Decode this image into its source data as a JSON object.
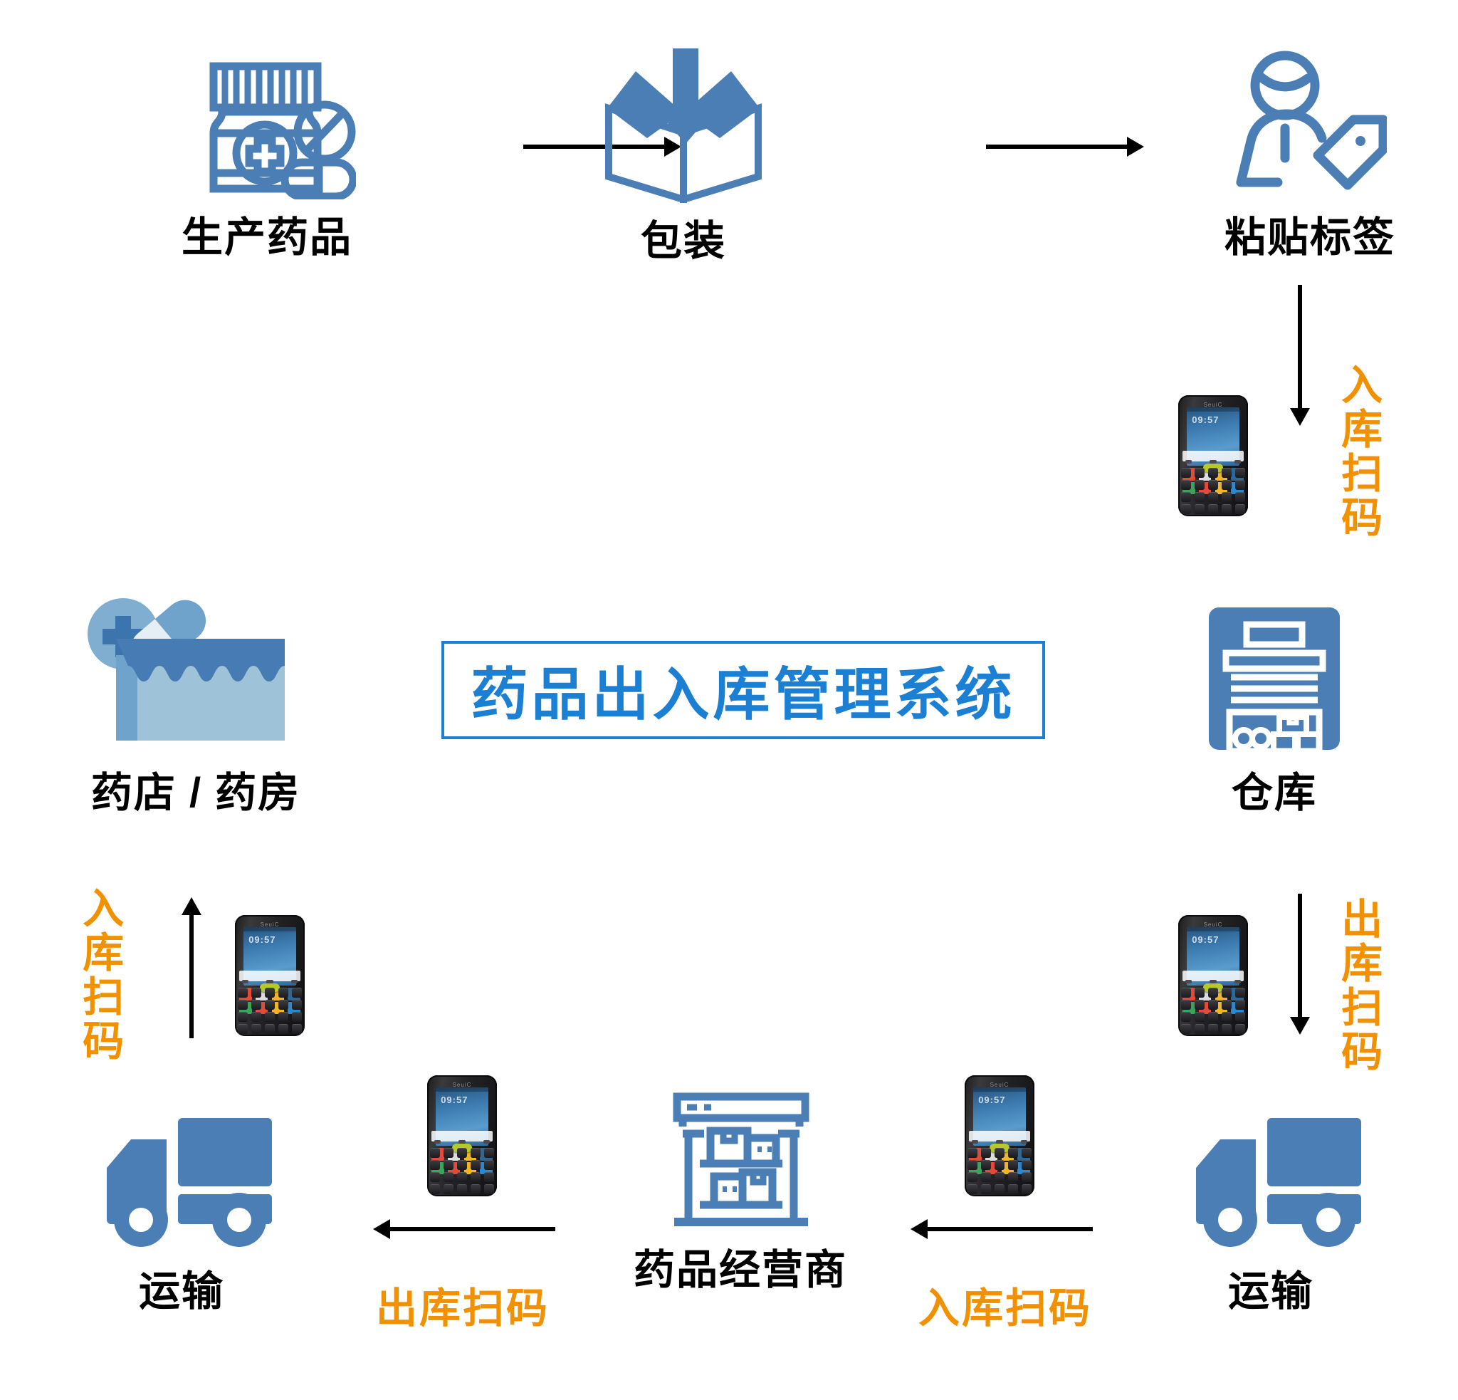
{
  "diagram": {
    "title": "药品出入库管理系统",
    "accent_blue": "#4A7EB5",
    "title_blue": "#1B7FD4",
    "orange": "#F29100",
    "label_black": "#000000"
  },
  "nodes": {
    "produce": {
      "label": "生产药品",
      "icon": "medicine-bottle-icon"
    },
    "packaging": {
      "label": "包装",
      "icon": "open-box-icon"
    },
    "label_attach": {
      "label": "粘贴标签",
      "icon": "person-tag-icon"
    },
    "warehouse": {
      "label": "仓库",
      "icon": "warehouse-icon"
    },
    "pharmacy": {
      "label": "药店 / 药房",
      "icon": "pharmacy-store-icon"
    },
    "transport_left": {
      "label": "运输",
      "icon": "truck-icon"
    },
    "distributor": {
      "label": "药品经营商",
      "icon": "shelf-boxes-icon"
    },
    "transport_right": {
      "label": "运输",
      "icon": "truck-icon"
    }
  },
  "scan_steps": {
    "inbound_warehouse": "入库扫码",
    "outbound_warehouse": "出库扫码",
    "inbound_distributor": "入库扫码",
    "outbound_distributor": "出库扫码",
    "inbound_pharmacy": "入库扫码"
  },
  "devices": {
    "pda_label": "handheld-pda-scanner",
    "pda_brand": "SeuiC",
    "pda_clock": "09:57"
  },
  "arrows": {
    "produce_to_packaging": "arrow-right",
    "packaging_to_label": "arrow-right",
    "label_to_warehouse": "arrow-down",
    "warehouse_to_transport": "arrow-down",
    "transport_to_distributor": "arrow-left",
    "distributor_to_transport": "arrow-left",
    "transport_to_pharmacy": "arrow-up"
  }
}
